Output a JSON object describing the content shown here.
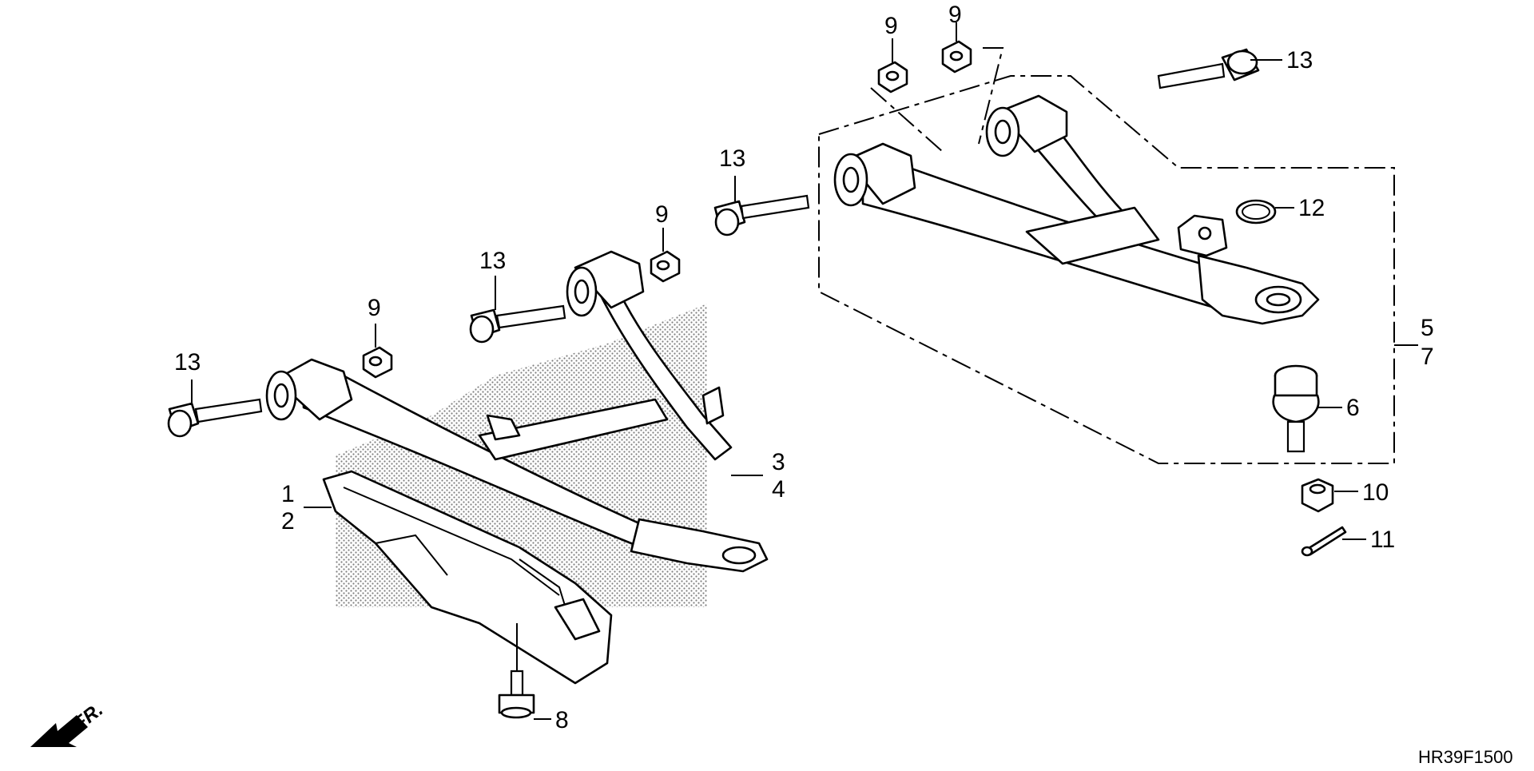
{
  "diagram": {
    "code": "HR39F1500",
    "front_marker": "FR.",
    "callouts": {
      "c1": "1",
      "c2": "2",
      "c3": "3",
      "c4": "4",
      "c5": "5",
      "c6": "6",
      "c7": "7",
      "c8": "8",
      "c9a": "9",
      "c9b": "9",
      "c9c": "9",
      "c9d": "9",
      "c10": "10",
      "c11": "11",
      "c12": "12",
      "c13a": "13",
      "c13b": "13",
      "c13c": "13",
      "c13d": "13"
    }
  }
}
